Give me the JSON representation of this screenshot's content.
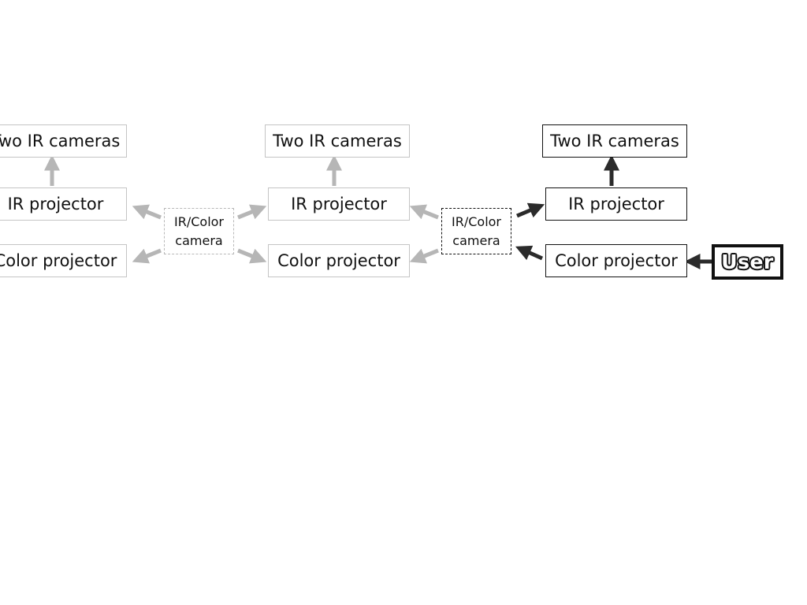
{
  "colors": {
    "faded": "#b6b6b6",
    "active": "#2b2b2b"
  },
  "stages": [
    {
      "two_ir_cameras": "Two IR cameras",
      "ir_projector": "IR projector",
      "color_projector": "Color projector"
    },
    {
      "two_ir_cameras": "Two IR cameras",
      "ir_projector": "IR projector",
      "color_projector": "Color projector"
    },
    {
      "two_ir_cameras": "Two IR cameras",
      "ir_projector": "IR projector",
      "color_projector": "Color projector"
    }
  ],
  "cameras": [
    {
      "line1": "IR/Color",
      "line2": "camera"
    },
    {
      "line1": "IR/Color",
      "line2": "camera"
    }
  ],
  "user": "User"
}
